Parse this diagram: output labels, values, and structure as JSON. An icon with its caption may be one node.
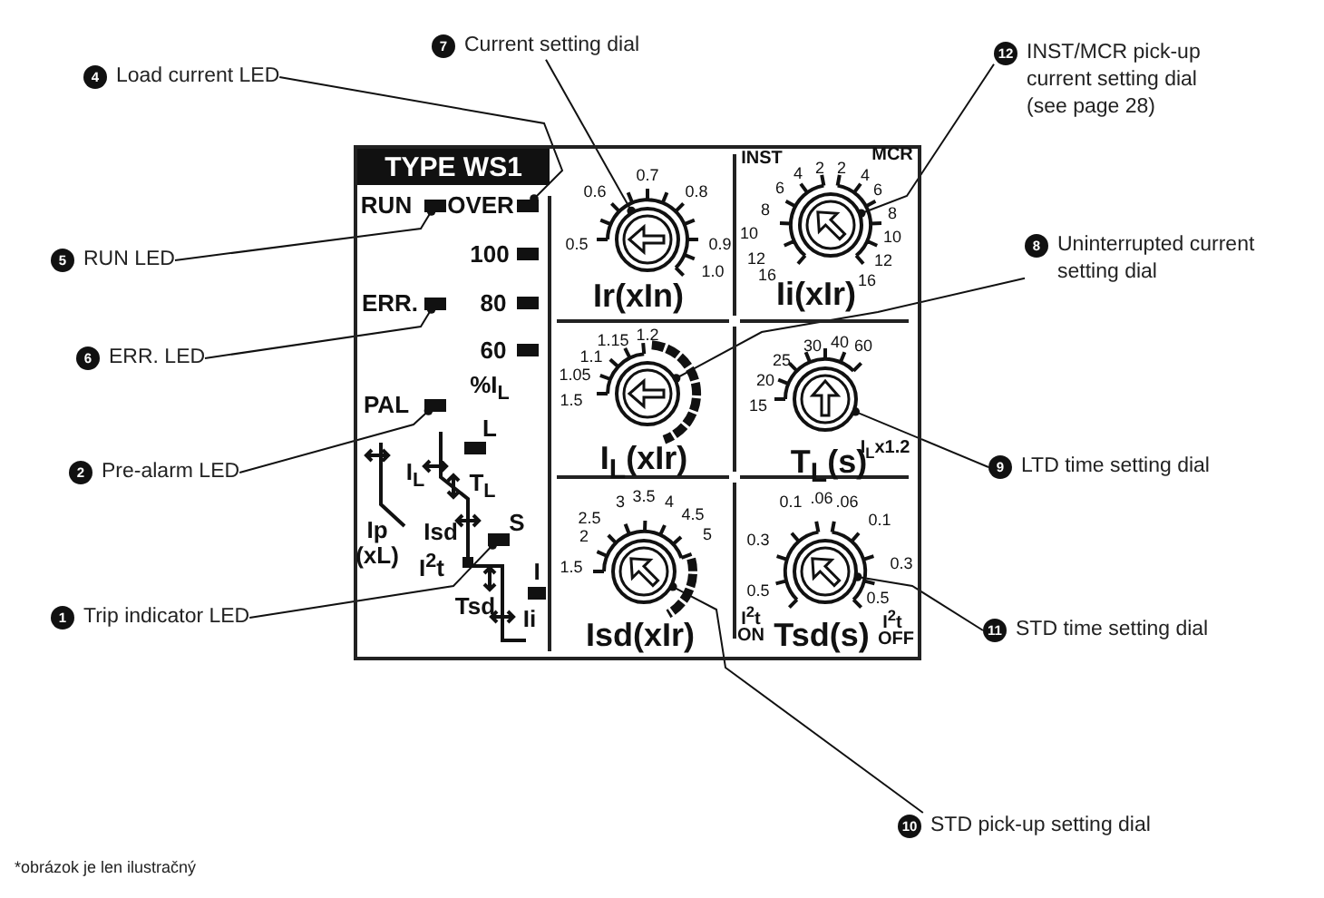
{
  "diagram": {
    "nodes": [
      {
        "text": [
          "7",
          "Current setting dial"
        ]
      },
      {
        "text": [
          "4",
          "Load current LED"
        ]
      },
      {
        "text": [
          "12",
          "INST/MCR pick-up current setting dial (see page 28)"
        ]
      },
      {
        "text": [
          "5",
          "RUN LED"
        ]
      },
      {
        "text": [
          "8",
          "Uninterrupted current setting dial"
        ]
      },
      {
        "text": [
          "6",
          "ERR. LED"
        ]
      },
      {
        "text": [
          "2",
          "Pre-alarm LED"
        ]
      },
      {
        "text": [
          "9",
          "LTD time setting dial"
        ]
      },
      {
        "text": [
          "1",
          "Trip indicator LED"
        ]
      },
      {
        "text": [
          "11",
          "STD time setting dial"
        ]
      },
      {
        "text": [
          "10",
          "STD pick-up setting dial"
        ]
      },
      {
        "text": [
          "TYPE WS1"
        ]
      },
      {
        "text": [],
        "shape": "bar",
        "in": 11,
        "beside": [
          "OVER"
        ]
      },
      {
        "text": [],
        "shape": "bar",
        "in": 11,
        "beside": [
          "RUN"
        ]
      },
      {
        "text": [],
        "shape": "bar",
        "in": 11,
        "beside": [
          "ERR."
        ]
      },
      {
        "text": [],
        "shape": "bar",
        "in": 11,
        "beside": [
          "PAL"
        ]
      },
      {
        "text": [],
        "shape": "bar",
        "in": 11,
        "beside": [
          "S"
        ]
      },
      {
        "text": [],
        "shape": "circle",
        "in": 11,
        "beside": [
          "Ir(xIn)"
        ]
      },
      {
        "text": [],
        "shape": "circle",
        "in": 11,
        "beside": [
          "Ii(xIr)"
        ]
      },
      {
        "text": [],
        "shape": "circle",
        "in": 11,
        "beside": [
          "I$_{L}$(xIr)"
        ]
      },
      {
        "text": [],
        "shape": "circle",
        "in": 11,
        "beside": [
          "T$_{L}$(s)"
        ]
      },
      {
        "text": [],
        "shape": "circle",
        "in": 11,
        "beside": [
          "Isd(xIr)"
        ]
      },
      {
        "text": [],
        "shape": "circle",
        "in": 11,
        "beside": [
          "Tsd(s)"
        ]
      }
    ],
    "edges": [
      {
        "from": 0,
        "to": 17,
        "arrow": "other"
      },
      {
        "from": 1,
        "to": 12,
        "arrow": "other"
      },
      {
        "from": 2,
        "to": 18,
        "arrow": "other"
      },
      {
        "from": 3,
        "to": 13,
        "arrow": "other"
      },
      {
        "from": 4,
        "to": 19,
        "arrow": "other"
      },
      {
        "from": 5,
        "to": 14,
        "arrow": "other"
      },
      {
        "from": 6,
        "to": 15,
        "arrow": "other"
      },
      {
        "from": 7,
        "to": 20,
        "arrow": "other"
      },
      {
        "from": 8,
        "to": 16,
        "arrow": "other"
      },
      {
        "from": 9,
        "to": 22,
        "arrow": "other"
      },
      {
        "from": 10,
        "to": 21,
        "arrow": "other"
      }
    ],
    "labels": [
      "100",
      "80",
      "60",
      "%I$_{L}$",
      "L",
      "I$_{L}$",
      "T$_{L}$",
      "Ip",
      "Isd",
      "(xL)",
      "I$^{2}$t",
      "I",
      "Tsd",
      "Ii",
      "0.7",
      "0.6",
      "0.8",
      "0.5",
      "0.9",
      "1.0",
      "INST",
      "4",
      "2",
      "2",
      "MCR",
      "4",
      "6",
      "6",
      "8",
      "8",
      "10",
      "10",
      "12",
      "12",
      "16",
      "16",
      "1.15",
      "1.2",
      "1.1",
      "1.05",
      "1.5",
      "30",
      "40",
      "60",
      "25",
      "20",
      "15",
      "I$_{L}$x1.2",
      "3",
      "3.5",
      "4",
      "2.5",
      "4.5",
      "2",
      "5",
      "1.5",
      "0.1",
      ".06",
      ".06",
      "0.1",
      "0.3",
      "0.3",
      "0.5",
      "0.5",
      "I$^{2}$t",
      "ON",
      "I$^{2}$t",
      "OFF",
      "*obrázok je len ilustračný"
    ]
  }
}
